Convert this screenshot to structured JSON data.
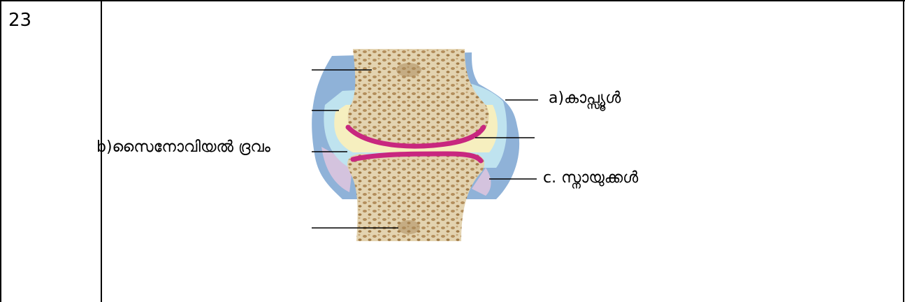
{
  "question": {
    "number": "23",
    "labels": {
      "a": "a)കാപ്സ്യൂൾ",
      "b": "b)സൈനോവിയൽ ദ്രവം",
      "c": "c. സ്നായുക്കൾ"
    }
  },
  "colors": {
    "bone": "#d9c7a3",
    "bone_dark": "#a88555",
    "cartilage": "#c8277f",
    "synovial_fluid": "#f6efbf",
    "membrane": "#bfe3ef",
    "capsule": "#8fb2d8",
    "ligament": "#d4c3de"
  },
  "icons": [
    "synovial-joint-diagram"
  ]
}
